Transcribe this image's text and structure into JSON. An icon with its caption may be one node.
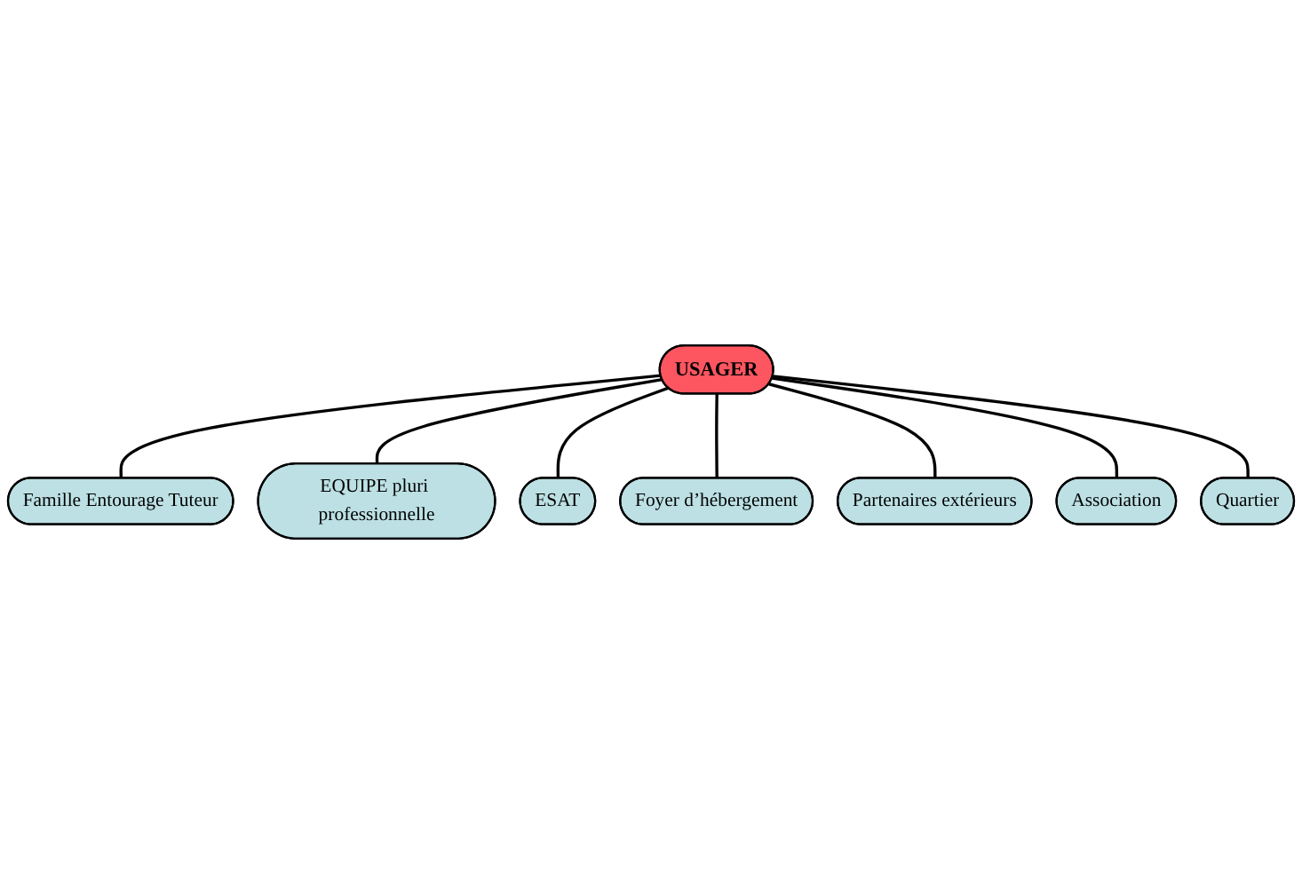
{
  "diagram": {
    "nodes": [
      {
        "text": [
          "Famille Entourage Tuteur"
        ]
      },
      {
        "text": [
          "EQUIPE pluri professionnelle"
        ]
      },
      {
        "text": [
          "ESAT"
        ]
      },
      {
        "text": [
          "USAGER"
        ]
      },
      {
        "text": [
          "Foyer d’hébergement"
        ]
      },
      {
        "text": [
          "Partenaires extérieurs"
        ]
      },
      {
        "text": [
          "Association"
        ]
      },
      {
        "text": [
          "Quartier"
        ]
      }
    ],
    "edges": [
      {
        "from": 3,
        "to": 0,
        "arrow": "none"
      },
      {
        "from": 3,
        "to": 1,
        "arrow": "none"
      },
      {
        "from": 3,
        "to": 2,
        "arrow": "none"
      },
      {
        "from": 3,
        "to": 4,
        "arrow": "none"
      },
      {
        "from": 3,
        "to": 5,
        "arrow": "none"
      },
      {
        "from": 3,
        "to": 6,
        "arrow": "none"
      },
      {
        "from": 3,
        "to": 7,
        "arrow": "none"
      }
    ]
  }
}
